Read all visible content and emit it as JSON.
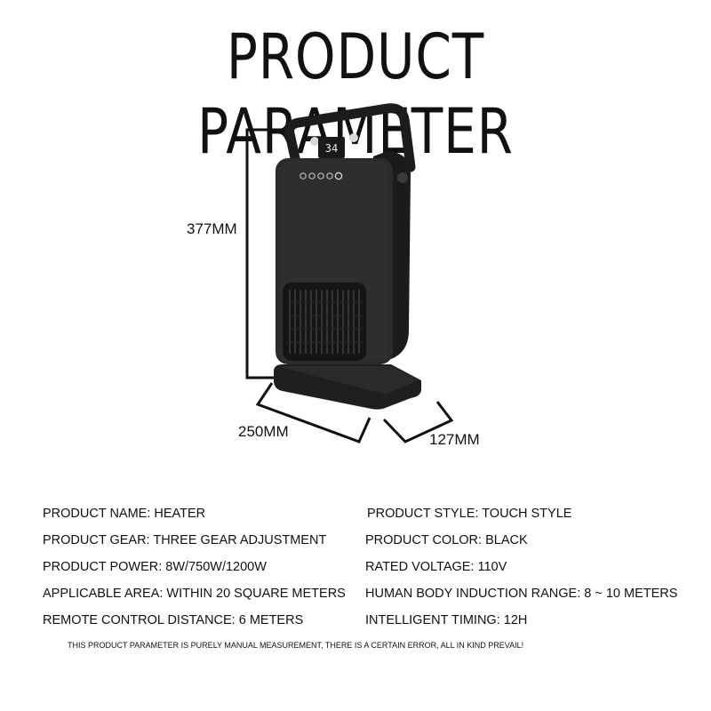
{
  "title": "PRODUCT PARAMETER",
  "dimensions": {
    "height": "377MM",
    "width": "250MM",
    "depth": "127MM"
  },
  "display_readout": "34",
  "specs": [
    {
      "left": "PRODUCT NAME: HEATER",
      "right": "PRODUCT STYLE: TOUCH STYLE"
    },
    {
      "left": "PRODUCT GEAR: THREE GEAR ADJUSTMENT",
      "right": "PRODUCT COLOR: BLACK"
    },
    {
      "left": "PRODUCT POWER: 8W/750W/1200W",
      "right": "RATED VOLTAGE: 110V"
    },
    {
      "left": "APPLICABLE AREA: WITHIN 20 SQUARE METERS",
      "right": "HUMAN BODY INDUCTION RANGE: 8 ~ 10 METERS"
    },
    {
      "left": "REMOTE CONTROL DISTANCE: 6 METERS",
      "right": "INTELLIGENT TIMING: 12H"
    }
  ],
  "note": "THIS PRODUCT PARAMETER IS PURELY MANUAL MEASUREMENT, THERE IS A CERTAIN ERROR, ALL IN KIND PREVAIL!",
  "colors": {
    "body": "#2b2b2b",
    "body_dark": "#1a1a1a",
    "text": "#111111",
    "background": "#ffffff"
  }
}
